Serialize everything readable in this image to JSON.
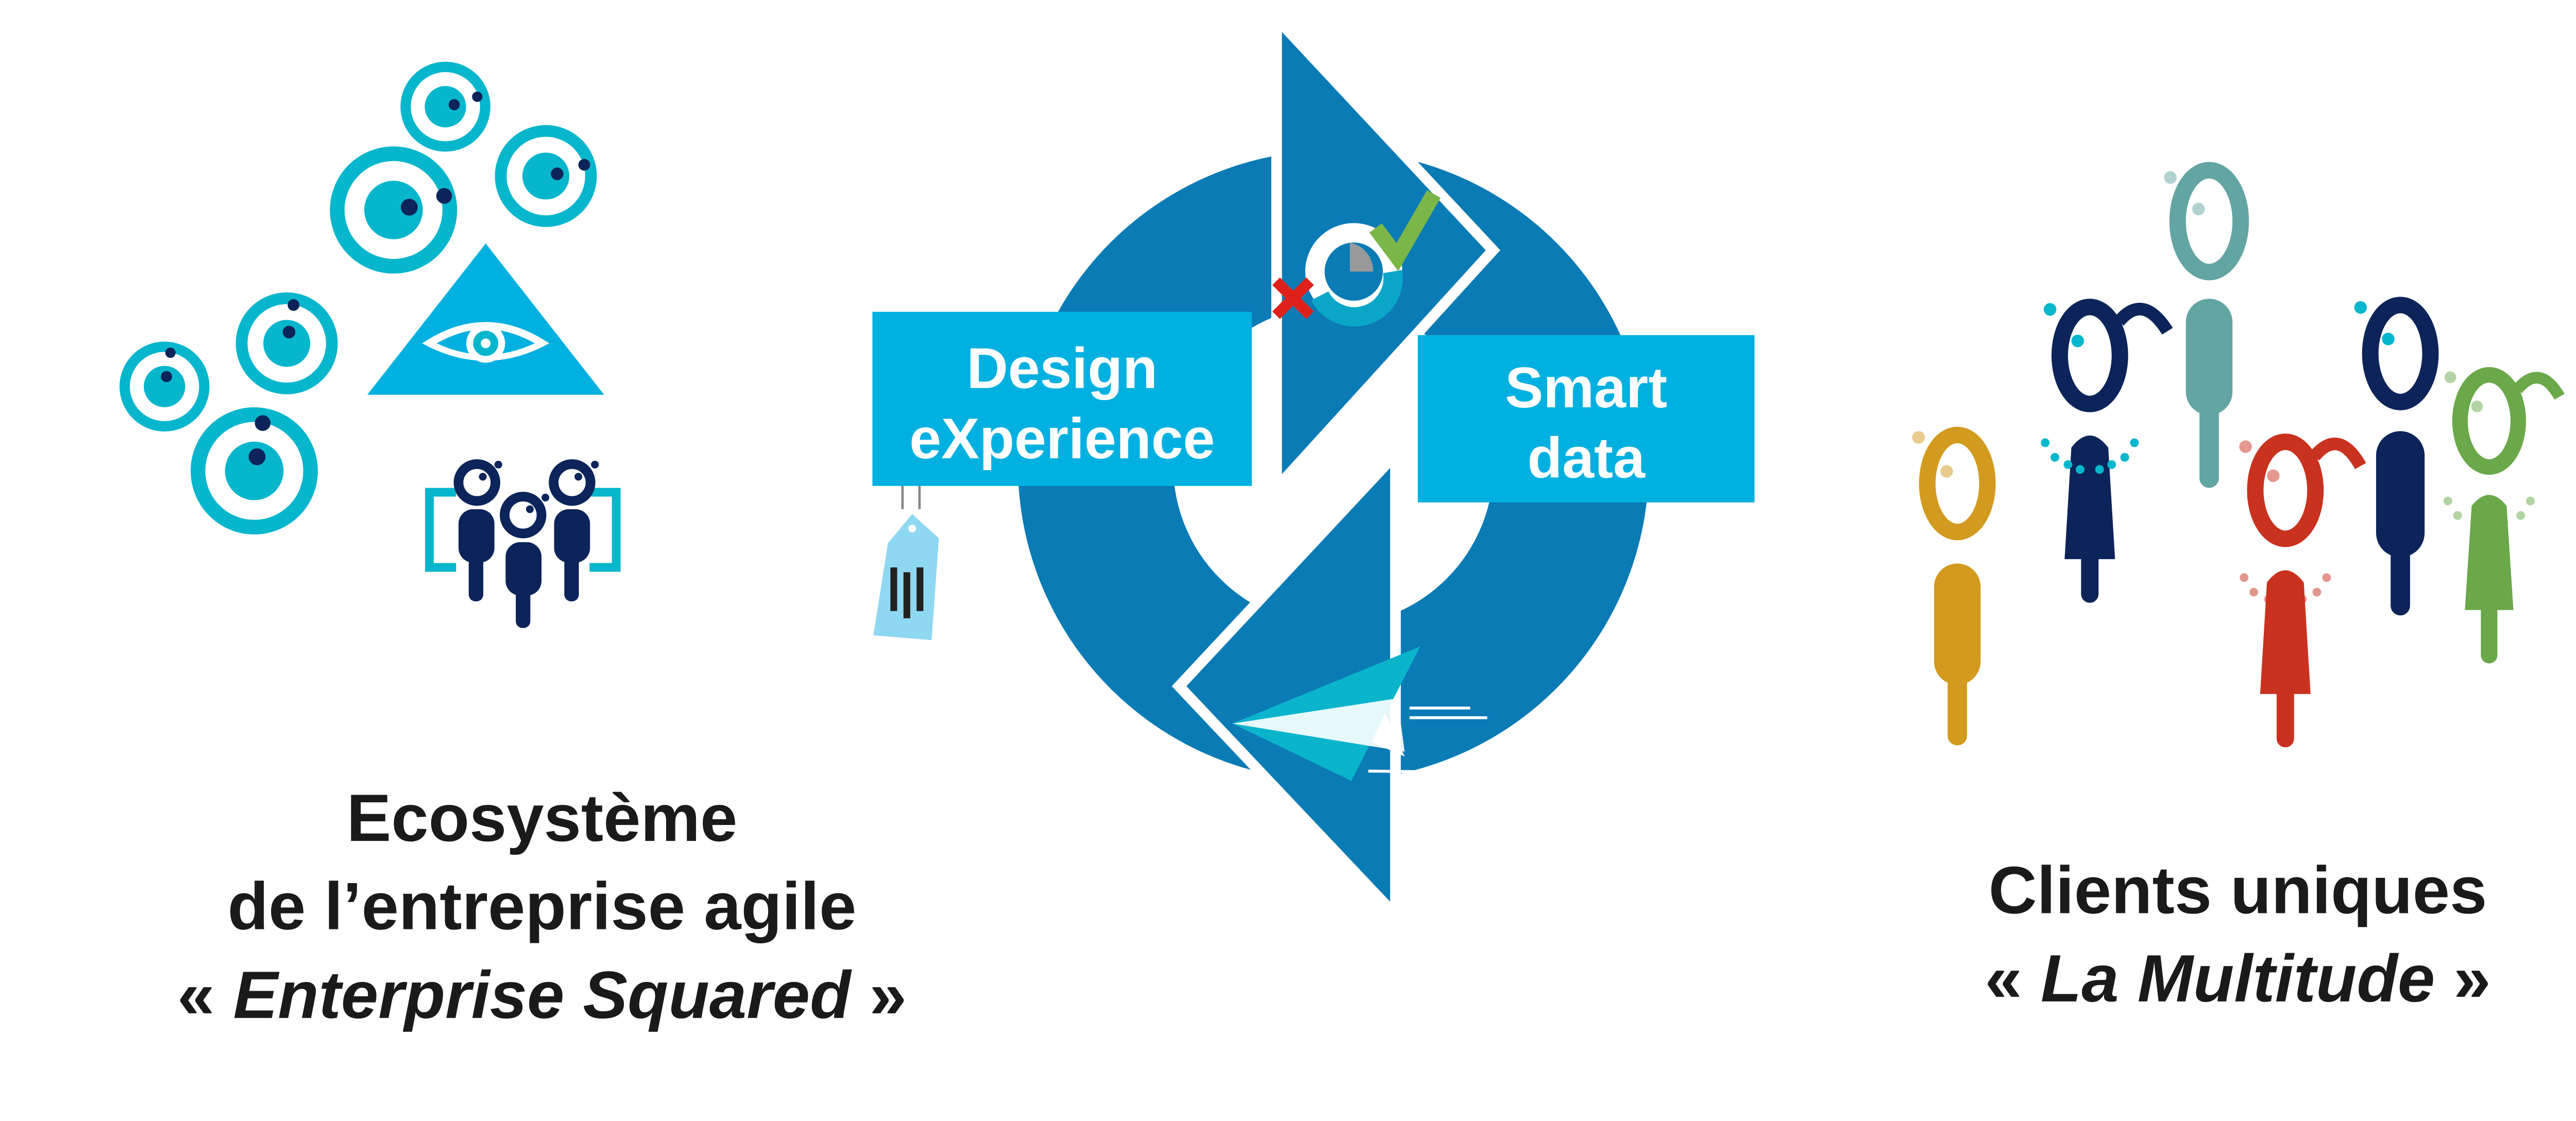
{
  "left_panel": {
    "caption_line1": "Ecosystème",
    "caption_line2": "de l’entreprise agile",
    "caption_line3_open": "« ",
    "caption_line3_em": "Enterprise Squared",
    "caption_line3_close": " »"
  },
  "center_panel": {
    "box_left_line1": "Design",
    "box_left_line2": "eXperience",
    "box_right_line1": "Smart",
    "box_right_line2": "data"
  },
  "right_panel": {
    "caption_line1": "Clients uniques",
    "caption_line2_open": "« ",
    "caption_line2_em": "La Multitude",
    "caption_line2_close": " »"
  },
  "colors": {
    "ring_blue": "#0a7bb5",
    "box_cyan": "#00b0e0",
    "eye_teal": "#06b6cc",
    "navy": "#0c2459",
    "yellow": "#d29a1e",
    "teal_grey": "#63a5a2",
    "red": "#c9321f",
    "green": "#6aa84a",
    "check_green": "#7ab648",
    "cross_red": "#e0201a"
  }
}
